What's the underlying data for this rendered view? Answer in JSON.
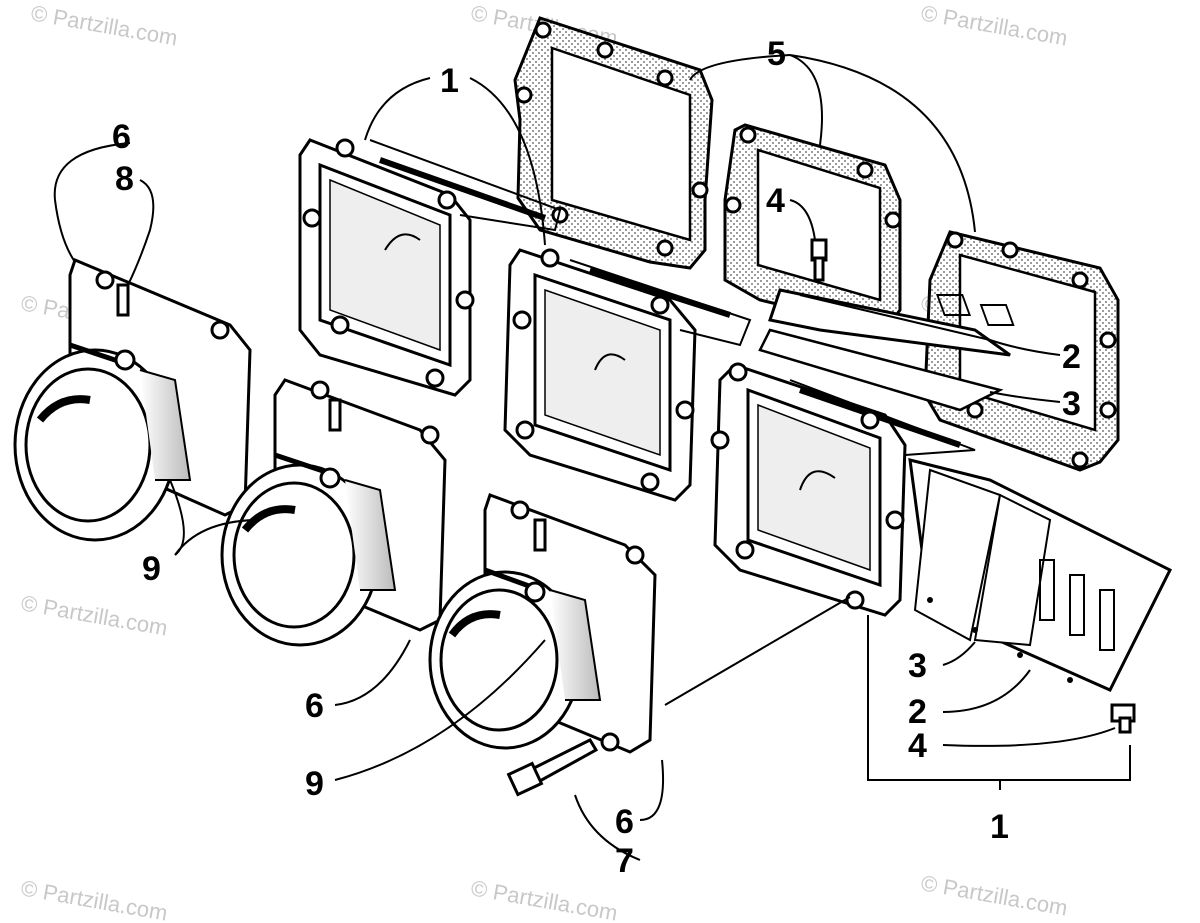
{
  "watermark": "© Partzilla.com",
  "callouts": {
    "c1_top": "1",
    "c1_bottom": "1",
    "c2_upper": "2",
    "c2_lower": "2",
    "c3_upper": "3",
    "c3_lower": "3",
    "c4_upper": "4",
    "c4_lower": "4",
    "c5": "5",
    "c6_top": "6",
    "c6_mid": "6",
    "c6_bottom": "6",
    "c7": "7",
    "c8": "8",
    "c9_left": "9",
    "c9_mid": "9"
  },
  "icons": [
    "gasket-icon",
    "reed-valve-block-icon",
    "intake-boot-icon",
    "bolt-icon",
    "screw-icon",
    "reed-petal-icon"
  ]
}
